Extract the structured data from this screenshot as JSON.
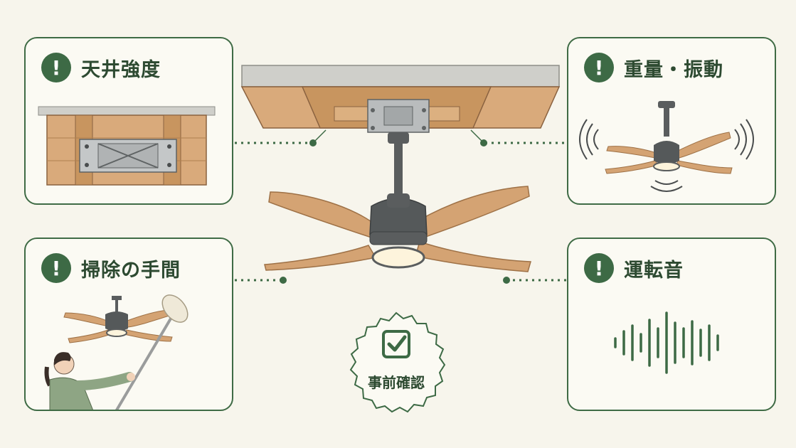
{
  "cards": [
    {
      "title": "天井強度",
      "icon": "exclamation-icon"
    },
    {
      "title": "重量・振動",
      "icon": "exclamation-icon"
    },
    {
      "title": "掃除の手間",
      "icon": "exclamation-icon"
    },
    {
      "title": "運転音",
      "icon": "exclamation-icon"
    }
  ],
  "badge": {
    "label": "事前確認",
    "icon": "checkbox-check-icon"
  },
  "alert_glyph": "!",
  "colors": {
    "accent_green": "#3d6a45",
    "background": "#f7f5ec",
    "wood": "#d4a373",
    "metal": "#5a5d5e"
  }
}
